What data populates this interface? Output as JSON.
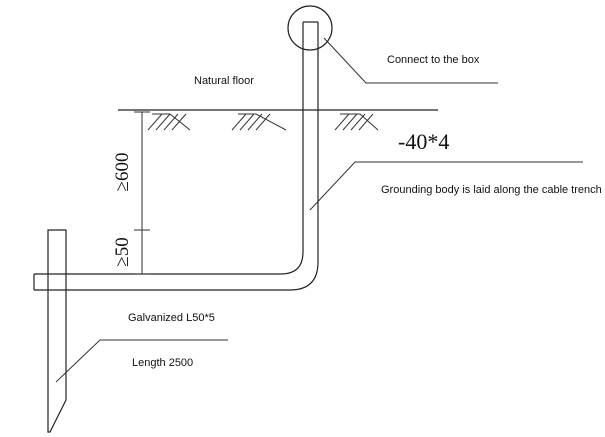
{
  "labels": {
    "natural_floor": "Natural floor",
    "connect_box": "Connect to the box",
    "flat_steel_spec": "-40*4",
    "grounding_body": "Grounding body is laid along the cable trench",
    "galvanized": "Galvanized L50*5",
    "length": "Length 2500"
  },
  "dimensions": {
    "depth": "≥600",
    "offset": "≥50"
  }
}
